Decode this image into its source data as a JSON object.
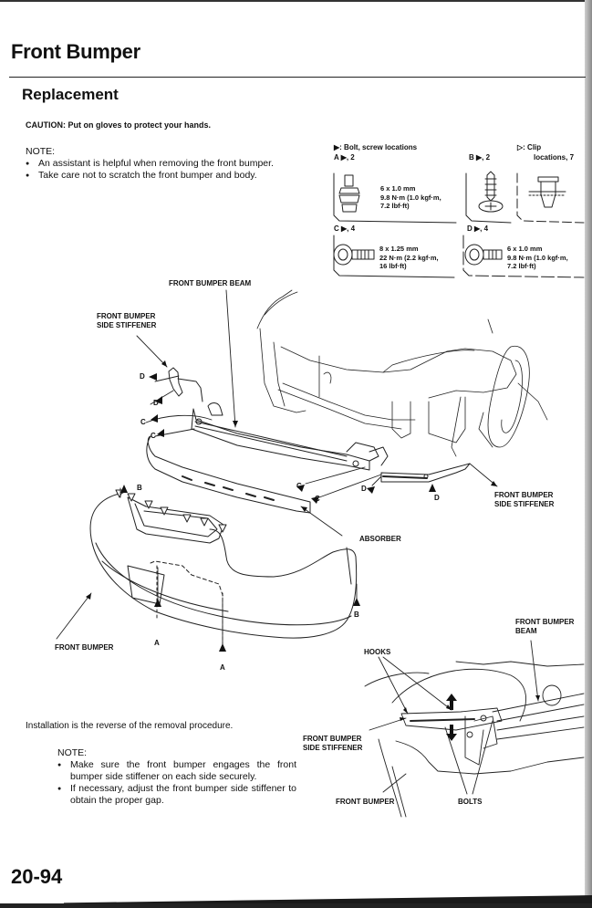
{
  "page": {
    "title": "Front Bumper",
    "subtitle": "Replacement",
    "caution": "CAUTION:  Put on gloves to protect your hands.",
    "page_number": "20-94"
  },
  "notes_top": {
    "heading": "NOTE:",
    "items": [
      "An assistant is helpful when removing the front bumper.",
      "Take care not to scratch the front bumper and body."
    ]
  },
  "fastener_legend": {
    "bolt_legend": "▶: Bolt, screw locations",
    "clip_legend_line1": "▷: Clip",
    "clip_legend_line2": "locations, 7",
    "a": {
      "label": "A ▶, 2",
      "size": "6 x 1.0 mm",
      "torque1": "9.8 N·m (1.0 kgf·m,",
      "torque2": "7.2 lbf·ft)"
    },
    "b": {
      "label": "B ▶, 2"
    },
    "c": {
      "label": "C ▶, 4",
      "size": "8 x 1.25 mm",
      "torque1": "22 N·m (2.2 kgf·m,",
      "torque2": "16 lbf·ft)"
    },
    "d": {
      "label": "D ▶, 4",
      "size": "6 x 1.0 mm",
      "torque1": "9.8 N·m (1.0 kgf·m,",
      "torque2": "7.2 lbf·ft)"
    }
  },
  "diagram_labels": {
    "beam": "FRONT BUMPER BEAM",
    "stiffener_left_1": "FRONT BUMPER",
    "stiffener_left_2": "SIDE STIFFENER",
    "stiffener_right_1": "FRONT BUMPER",
    "stiffener_right_2": "SIDE STIFFENER",
    "absorber": "ABSORBER",
    "bumper": "FRONT BUMPER",
    "point_a": "A",
    "point_b": "B",
    "point_c": "C",
    "point_d": "D"
  },
  "detail_labels": {
    "beam_1": "FRONT BUMPER",
    "beam_2": "BEAM",
    "hooks": "HOOKS",
    "stiffener_1": "FRONT BUMPER",
    "stiffener_2": "SIDE STIFFENER",
    "bumper": "FRONT BUMPER",
    "bolts": "BOLTS"
  },
  "installation": {
    "text": "Installation is the reverse of the removal procedure.",
    "note_heading": "NOTE:",
    "items": [
      "Make sure the front bumper engages the front bumper side stiffener on each side securely.",
      "If necessary, adjust the front bumper side stiffener to obtain the proper gap."
    ]
  }
}
